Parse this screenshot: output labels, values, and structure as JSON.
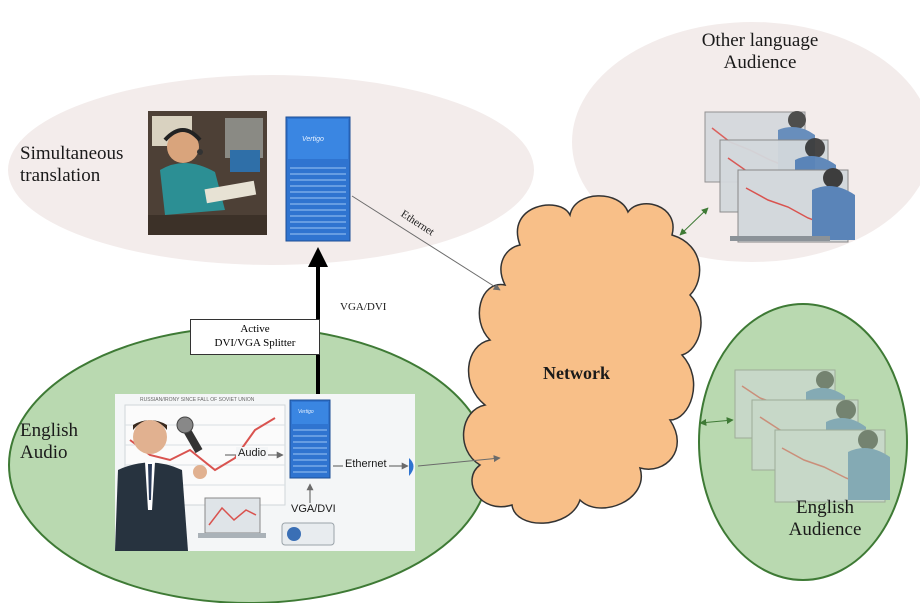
{
  "labels": {
    "simultaneous_1": "Simultaneous",
    "simultaneous_2": "translation",
    "other_lang_1": "Other language",
    "other_lang_2": "Audience",
    "english_audio_1": "English",
    "english_audio_2": "Audio",
    "english_aud_1": "English",
    "english_aud_2": "Audience",
    "network": "Network",
    "ethernet_top": "Ethernet",
    "vga_dvi_top": "VGA/DVI",
    "splitter_1": "Active",
    "splitter_2": "DVI/VGA Splitter",
    "audio": "Audio",
    "ethernet_inner": "Ethernet",
    "vga_dvi_inner": "VGA/DVI",
    "slide_title": "RUSSIAN/IRONY SINCE FALL OF SOVIET UNION",
    "device_brand": "Vertigo"
  },
  "colors": {
    "top_ellipse": "#f3eceb",
    "green_ellipse": "#b9d9b0",
    "green_border": "#3e7a35",
    "cloud": "#f8bf88",
    "cloud_border": "#333333",
    "device_blue": "#2f74d0"
  }
}
